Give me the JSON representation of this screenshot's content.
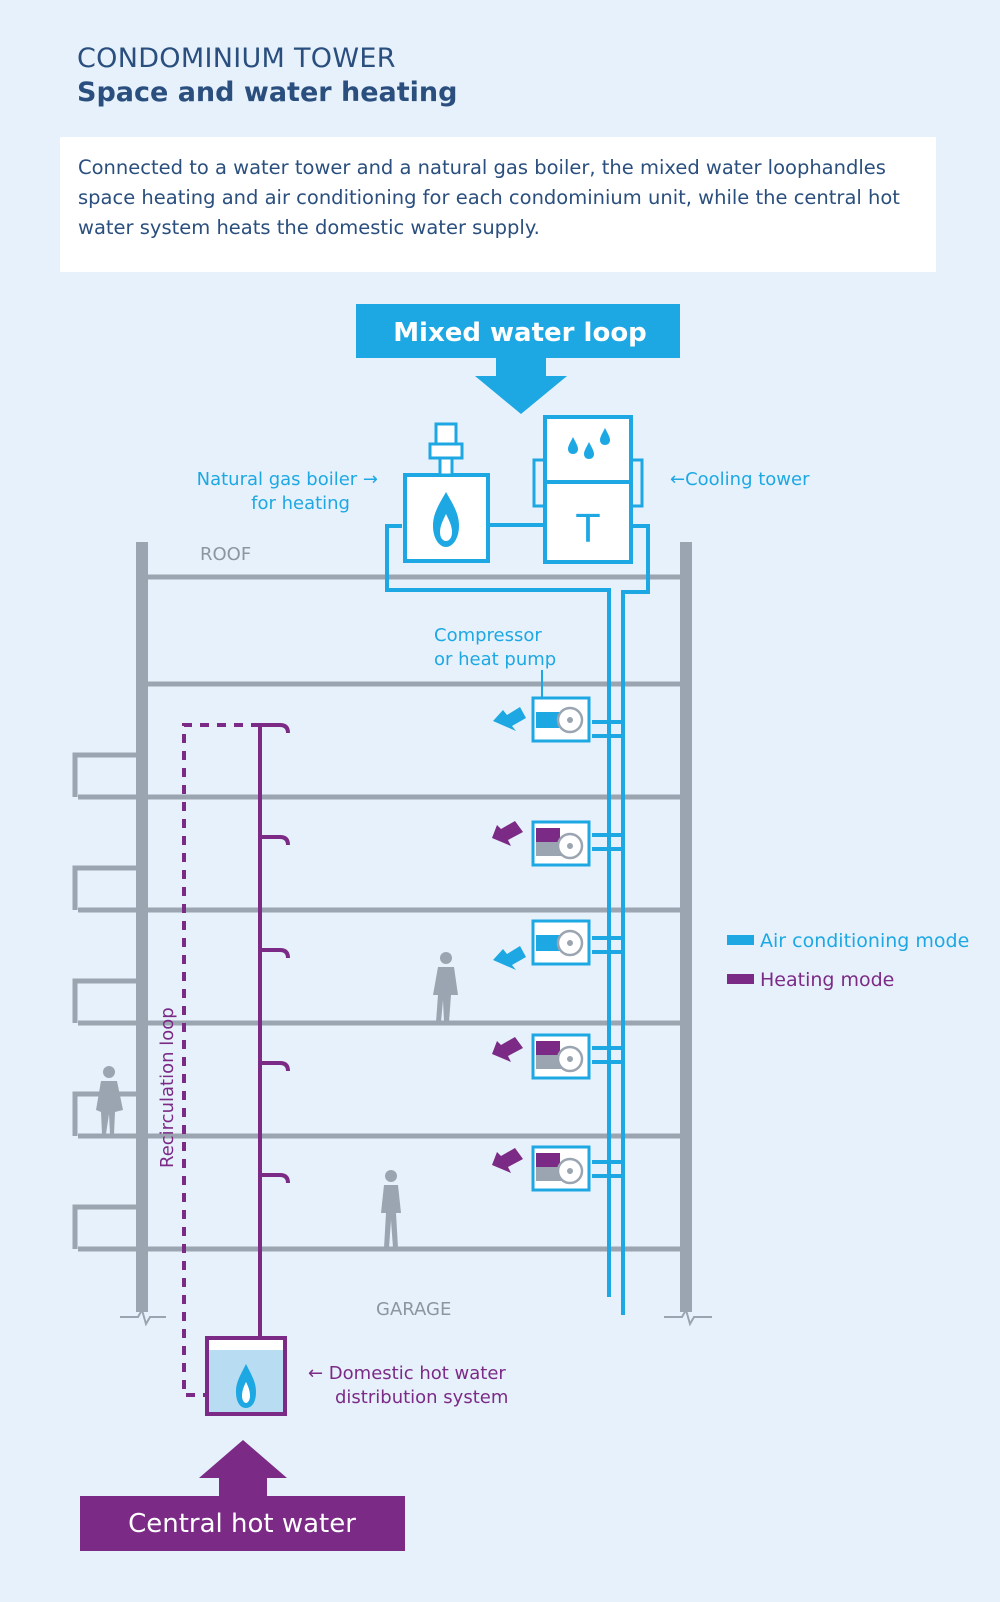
{
  "title": "CONDOMINIUM TOWER",
  "subtitle": "Space and water heating",
  "description": "Connected to a water tower and a natural gas boiler, the mixed water loophandles space heating and air conditioning for each condominium unit, while the central hot water system heats the domestic water supply.",
  "labels": {
    "mixed_water_loop": "Mixed water loop",
    "boiler_line1": "Natural gas boiler →",
    "boiler_line2": "for heating",
    "cooling_tower": "←Cooling tower",
    "cooling_tower_mark": "T",
    "roof": "ROOF",
    "compressor_line1": "Compressor",
    "compressor_line2": "or heat pump",
    "recirculation_loop": "Recirculation loop",
    "garage": "GARAGE",
    "dhw_line1": "← Domestic hot water",
    "dhw_line2": "distribution system",
    "central_hot_water": "Central hot water"
  },
  "legend": [
    {
      "label": "Air conditioning mode",
      "color": "#1ea8e3"
    },
    {
      "label": "Heating mode",
      "color": "#7b2a86"
    }
  ],
  "floor_units": [
    {
      "floor": 1,
      "mode": "air-conditioning"
    },
    {
      "floor": 2,
      "mode": "heating"
    },
    {
      "floor": 3,
      "mode": "air-conditioning"
    },
    {
      "floor": 4,
      "mode": "heating"
    },
    {
      "floor": 5,
      "mode": "heating"
    }
  ],
  "colors": {
    "background": "#e6f1fb",
    "title_text": "#2a4f7e",
    "cyan": "#1ea8e3",
    "purple": "#7b2a86",
    "structure_gray": "#9aa5b1",
    "label_gray": "#8c96a1"
  },
  "icons": [
    "flame-icon",
    "water-drops-icon",
    "person-icon",
    "arrow-down-icon",
    "arrow-up-icon"
  ]
}
